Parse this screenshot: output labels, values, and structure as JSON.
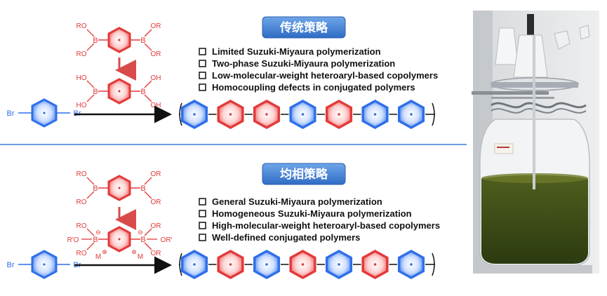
{
  "top": {
    "badge": "传统策略",
    "bullets": [
      "Limited Suzuki-Miyaura polymerization",
      "Two-phase Suzuki-Miyaura polymerization",
      "Low-molecular-weight heteroaryl-based copolymers",
      "Homocoupling defects in conjugated polymers"
    ],
    "dibromo": {
      "left": "Br",
      "right": "Br"
    },
    "boronic_ester": {
      "ro_tl": "RO",
      "ro_bl": "RO",
      "or_tr": "OR",
      "or_br": "OR",
      "b_left": "B",
      "b_right": "B"
    },
    "boronic_acid": {
      "ho_tl": "HO",
      "ho_bl": "HO",
      "oh_tr": "OH",
      "oh_br": "OH",
      "b_left": "B",
      "b_right": "B"
    },
    "chain_colors": [
      "blue",
      "red",
      "red",
      "blue",
      "red",
      "blue",
      "blue"
    ]
  },
  "bottom": {
    "badge": "均相策略",
    "bullets": [
      "General Suzuki-Miyaura polymerization",
      "Homogeneous Suzuki-Miyaura polymerization",
      "High-molecular-weight heteroaryl-based copolymers",
      "Well-defined conjugated polymers"
    ],
    "dibromo": {
      "left": "Br",
      "right": "Br"
    },
    "boronic_ester": {
      "ro_tl": "RO",
      "ro_bl": "RO",
      "or_tr": "OR",
      "or_br": "OR",
      "b_left": "B",
      "b_right": "B"
    },
    "borate": {
      "ro_prime": "R′O",
      "ro": "RO",
      "or_prime": "OR′",
      "or_top": "OR",
      "or_bot": "OR",
      "m_left": "M",
      "m_right": "M",
      "b_left": "B",
      "b_right": "B",
      "minus": "⊖",
      "plus": "⊕"
    },
    "chain_colors": [
      "blue",
      "red",
      "blue",
      "red",
      "blue",
      "red",
      "blue"
    ]
  },
  "colors": {
    "blue": "#2f6fe8",
    "blue_fill": "#cfe0ff",
    "red": "#e23a3a",
    "red_fill": "#ffd6d6",
    "badge_fill": "#4a8ad6",
    "divider": "#3b7fd0"
  },
  "photo": {
    "description_label": ""
  }
}
